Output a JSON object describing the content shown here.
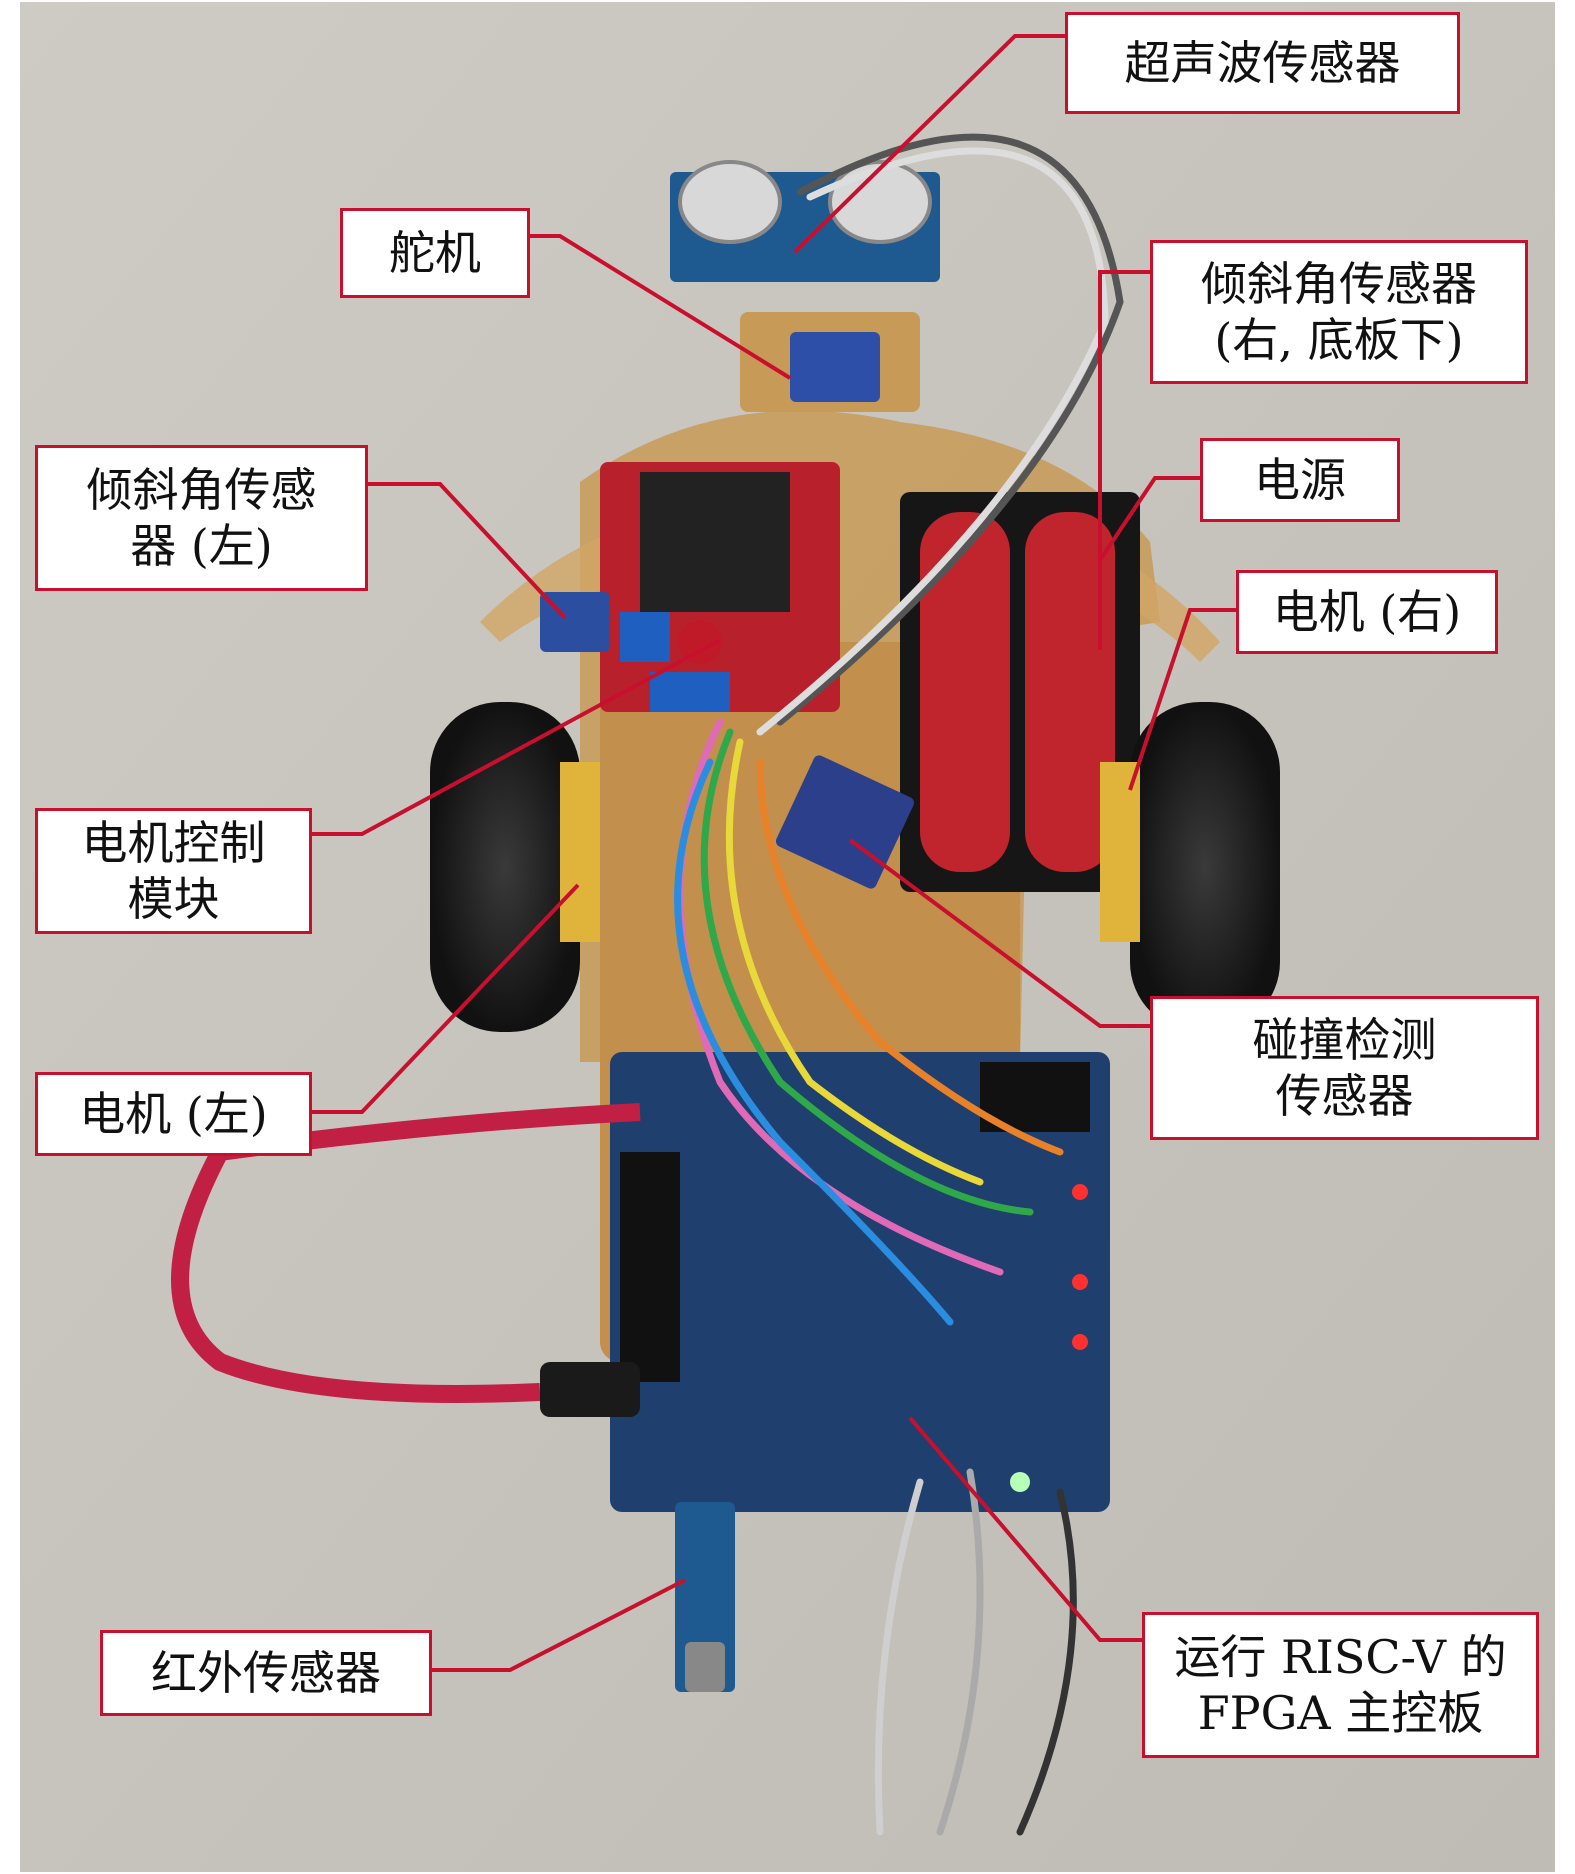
{
  "labels": {
    "ultrasonic": "超声波传感器",
    "servo": "舵机",
    "tilt_right_1": "倾斜角传感器",
    "tilt_right_2": "(右, 底板下)",
    "power": "电源",
    "tilt_left_1": "倾斜角传感",
    "tilt_left_2": "器 (左)",
    "motor_right": "电机 (右)",
    "motor_ctrl_1": "电机控制",
    "motor_ctrl_2": "模块",
    "collision_1": "碰撞检测",
    "collision_2": "传感器",
    "motor_left": "电机 (左)",
    "ir": "红外传感器",
    "fpga_1": "运行 RISC-V 的",
    "fpga_2": "FPGA 主控板"
  },
  "colors": {
    "label_border": "#c8102e",
    "leader_line": "#c8102e"
  }
}
